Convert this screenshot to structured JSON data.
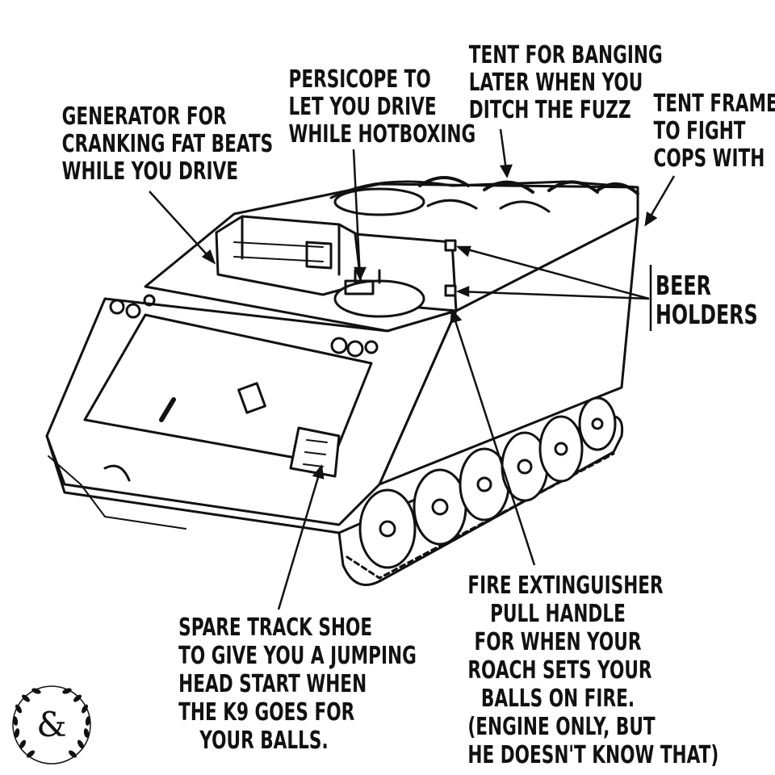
{
  "labels": {
    "generator": [
      "GENERATOR FOR",
      "CRANKING FAT BEATS",
      "WHILE YOU DRIVE"
    ],
    "periscope": [
      "PERSICOPE TO",
      "LET YOU DRIVE",
      "WHILE HOTBOXING"
    ],
    "tent": [
      "TENT FOR BANGING",
      "LATER WHEN YOU",
      "DITCH THE FUZZ"
    ],
    "tent_frame": [
      "TENT FRAME",
      "TO FIGHT",
      "COPS WITH"
    ],
    "beer_holders": [
      "BEER",
      "HOLDERS"
    ],
    "spare_track": [
      "SPARE TRACK SHOE",
      "TO GIVE YOU A JUMPING",
      "HEAD START WHEN",
      "THE K9 GOES FOR",
      "YOUR BALLS."
    ],
    "fire_extinguisher": [
      "FIRE EXTINGUISHER",
      "PULL HANDLE",
      "FOR WHEN YOUR",
      "ROACH SETS YOUR",
      "BALLS ON FIRE.",
      "(ENGINE ONLY, BUT",
      "HE DOESN'T KNOW THAT)"
    ]
  },
  "logo": {
    "glyph": "&",
    "icon": "laurel-wreath-icon"
  },
  "colors": {
    "ink": "#111111",
    "paper": "#ffffff"
  }
}
